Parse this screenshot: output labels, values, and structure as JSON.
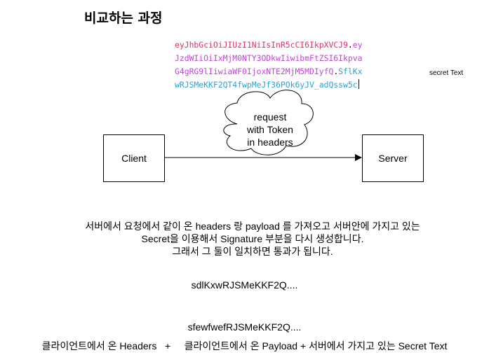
{
  "title": "비교하는 과정",
  "token": {
    "lines": [
      [
        {
          "text": "eyJhbGciOiJIUzI1NiIsInR5cCI6IkpXVCJ9",
          "color": "#e0325f"
        },
        {
          "text": ".",
          "color": "#000000"
        },
        {
          "text": "ey",
          "color": "#c046d8"
        }
      ],
      [
        {
          "text": "JzdWIiOiIxMjM0NTY3ODkwIiwibmFtZSI6Ikpva",
          "color": "#c046d8"
        }
      ],
      [
        {
          "text": "G4gRG9lIiwiaWF0IjoxNTE2MjM5MDIyfQ",
          "color": "#c046d8"
        },
        {
          "text": ".",
          "color": "#000000"
        },
        {
          "text": "SflKx",
          "color": "#29a3d8"
        }
      ],
      [
        {
          "text": "wRJSMeKKF2QT4fwpMeJf36POk6yJV_adQssw5c",
          "color": "#29a3d8"
        }
      ]
    ]
  },
  "secret_label": "secret Text",
  "diagram": {
    "client_label": "Client",
    "server_label": "Server",
    "cloud_lines": [
      "request",
      "with Token",
      "in headers"
    ]
  },
  "description": [
    "서버에서 요청에서 같이 온 headers 랑 payload 를 가져오고  서버안에 가지고 있는",
    "Secret을 이용해서 Signature 부분을 다시 생성합니다.",
    "그래서 그 둘이 일치하면 통과가 됩니다."
  ],
  "signature_1": "sdlKxwRJSMeKKF2Q....",
  "signature_2": "sfewfwefRJSMeKKF2Q....",
  "formula": "클라이언트에서 온 Headers   +     클라이언트에서 온 Payload + 서버에서 가지고 있는 Secret Text"
}
